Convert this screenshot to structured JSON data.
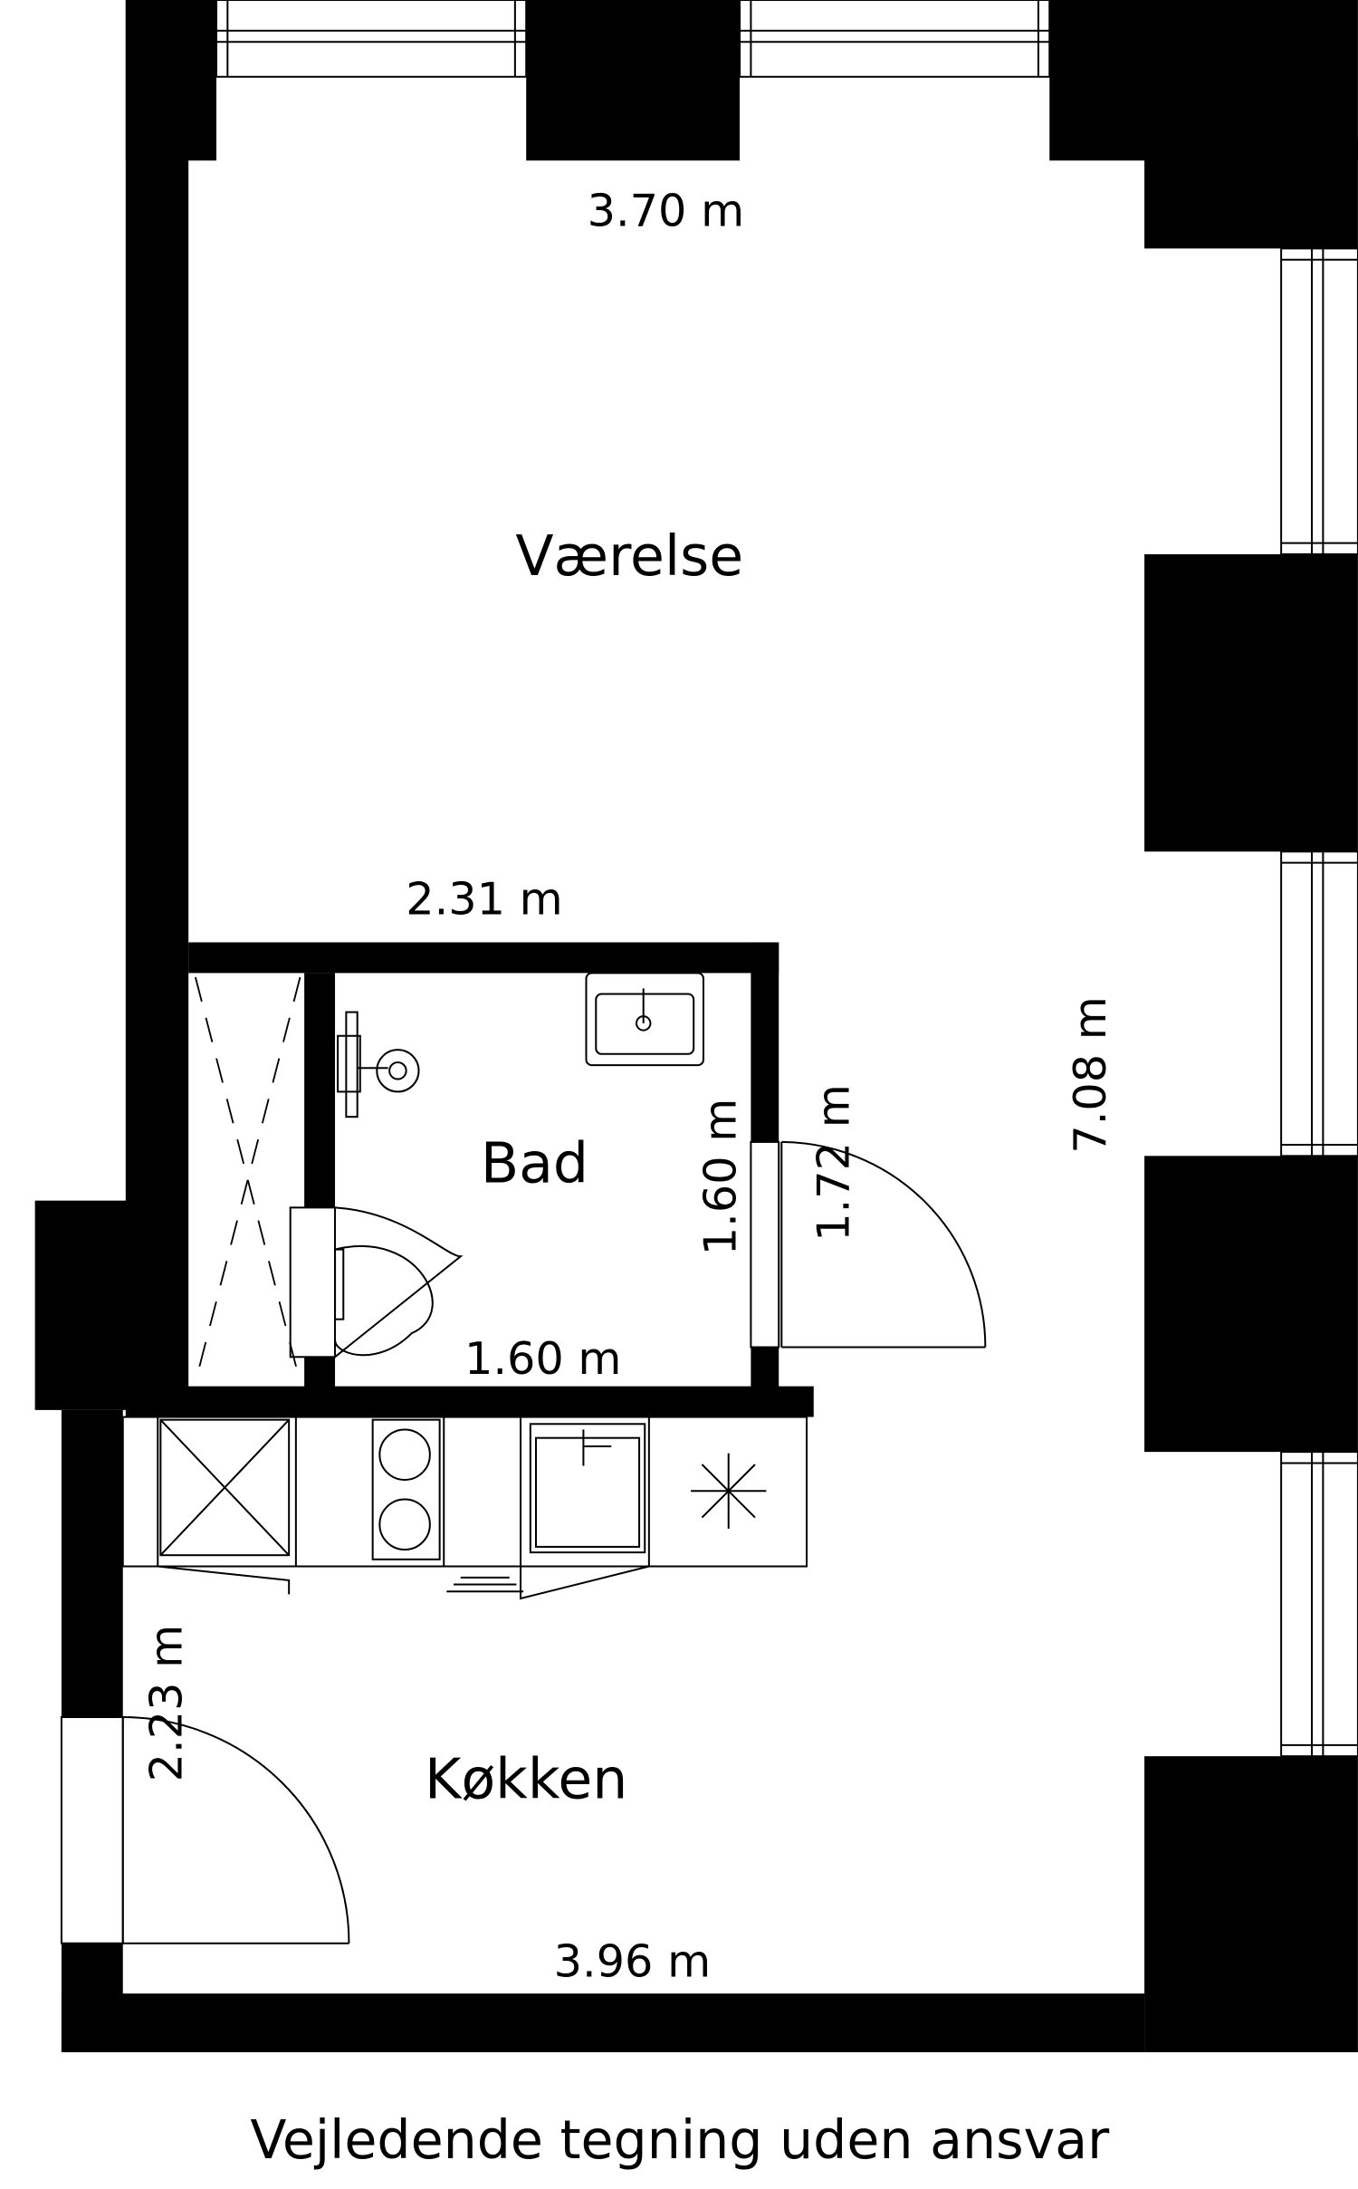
{
  "rooms": {
    "living": "Værelse",
    "bath": "Bad",
    "kitchen": "Køkken"
  },
  "dimensions": {
    "living_width": "3.70 m",
    "living_bath_top": "2.31 m",
    "bath_height": "1.60 m",
    "bath_width": "1.60 m",
    "hall_door": "1.72 m",
    "total_length": "7.08 m",
    "kitchen_depth": "2.23 m",
    "kitchen_width": "3.96 m"
  },
  "caption": "Vejledende tegning uden ansvar",
  "colors": {
    "wall": "#000000",
    "background": "#ffffff"
  }
}
